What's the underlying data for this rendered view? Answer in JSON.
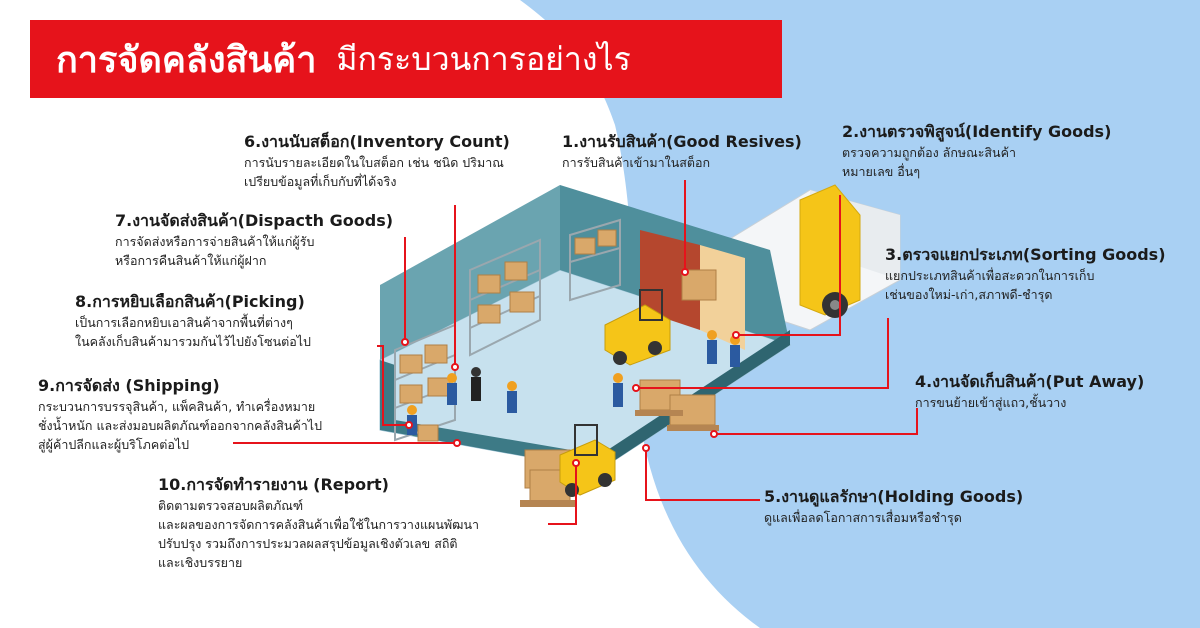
{
  "title": {
    "main": "การจัดคลังสินค้า",
    "sub": "มีกระบวนการอย่างไร"
  },
  "steps": [
    {
      "heading": "1.งานรับสินค้า(Good Resives)",
      "desc": [
        "การรับสินค้าเข้ามาในสต็อก"
      ]
    },
    {
      "heading": "2.งานตรวจพิสูจน์(Identify Goods)",
      "desc": [
        "ตรวจความถูกต้อง ลักษณะสินค้า",
        "หมายเลข อื่นๆ"
      ]
    },
    {
      "heading": "3.ตรวจแยกประเภท(Sorting Goods)",
      "desc": [
        "แยกประเภทสินค้าเพื่อสะดวกในการเก็บ",
        "เช่นของใหม่-เก่า,สภาพดี-ชำรุด"
      ]
    },
    {
      "heading": "4.งานจัดเก็บสินค้า(Put Away)",
      "desc": [
        "การขนย้ายเข้าสู่แถว,ชั้นวาง"
      ]
    },
    {
      "heading": "5.งานดูแลรักษา(Holding Goods)",
      "desc": [
        "ดูแลเพื่อลดโอกาสการเสื่อมหรือชำรุด"
      ]
    },
    {
      "heading": "6.งานนับสต็อก(Inventory Count)",
      "desc": [
        "การนับรายละเอียดในใบสต็อก เช่น ชนิด ปริมาณ",
        "เปรียบข้อมูลที่เก็บกับที่ได้จริง"
      ]
    },
    {
      "heading": "7.งานจัดส่งสินค้า(Dispacth Goods)",
      "desc": [
        "การจัดส่งหรือการจ่ายสินค้าให้แก่ผู้รับ",
        "หรือการคืนสินค้าให้แก่ผู้ฝาก"
      ]
    },
    {
      "heading": "8.การหยิบเลือกสินค้า(Picking)",
      "desc": [
        "เป็นการเลือกหยิบเอาสินค้าจากพื้นที่ต่างๆ",
        "ในคลังเก็บสินค้ามารวมกันไว้ไปยังโซนต่อไป"
      ]
    },
    {
      "heading": "9.การจัดส่ง (Shipping)",
      "desc": [
        "กระบวนการบรรจุสินค้า, แพ็คสินค้า, ทำเครื่องหมาย",
        "ชั่งน้ำหนัก และส่งมอบผลิตภัณฑ์ออกจากคลังสินค้าไป",
        "สู่ผู้ค้าปลีกและผู้บริโภคต่อไป"
      ]
    },
    {
      "heading": "10.การจัดทำรายงาน (Report)",
      "desc": [
        "ติดตามตรวจสอบผลิตภัณฑ์",
        "และผลของการจัดการคลังสินค้าเพื่อใช้ในการวางแผนพัฒนา",
        "ปรับปรุง รวมถึงการประมวลผลสรุปข้อมูลเชิงตัวเลข สถิติ",
        "และเชิงบรรยาย"
      ]
    }
  ],
  "colors": {
    "title_bg": "#e6131b",
    "leader_line": "#e6131b",
    "backdrop_blue": "#a9d0f3",
    "wall_teal": "#4f8f9c",
    "floor": "#c7e1ee",
    "box_tan": "#d9a86a",
    "forklift_yellow": "#f5c518"
  }
}
